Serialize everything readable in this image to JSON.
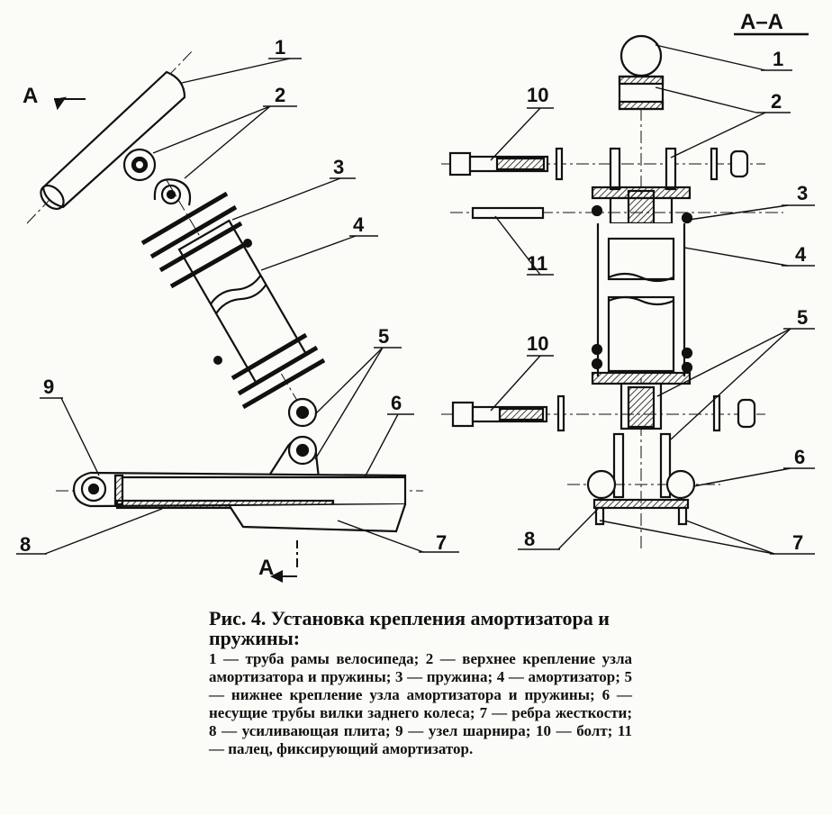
{
  "section_label": "A–A",
  "cut_label": "A",
  "callouts": {
    "left": [
      "1",
      "2",
      "3",
      "4",
      "5",
      "6",
      "7",
      "8",
      "9"
    ],
    "right": [
      "1",
      "2",
      "3",
      "4",
      "5",
      "6",
      "7",
      "8",
      "10",
      "10",
      "11"
    ]
  },
  "caption": {
    "title": "Рис. 4. Установка крепления амортизатора и пружины:",
    "body": "1 — труба рамы велосипеда; 2 — верхнее крепление узла амортизатора и пружины; 3 — пружина; 4 — амортизатор; 5 — нижнее крепление узла амортизатора и пружины; 6 — несущие трубы вилки заднего колеса; 7 — ребра жесткости; 8 — усиливающая плита; 9 — узел шарнира; 10 — болт; 11 — палец, фиксирующий амортизатор."
  }
}
